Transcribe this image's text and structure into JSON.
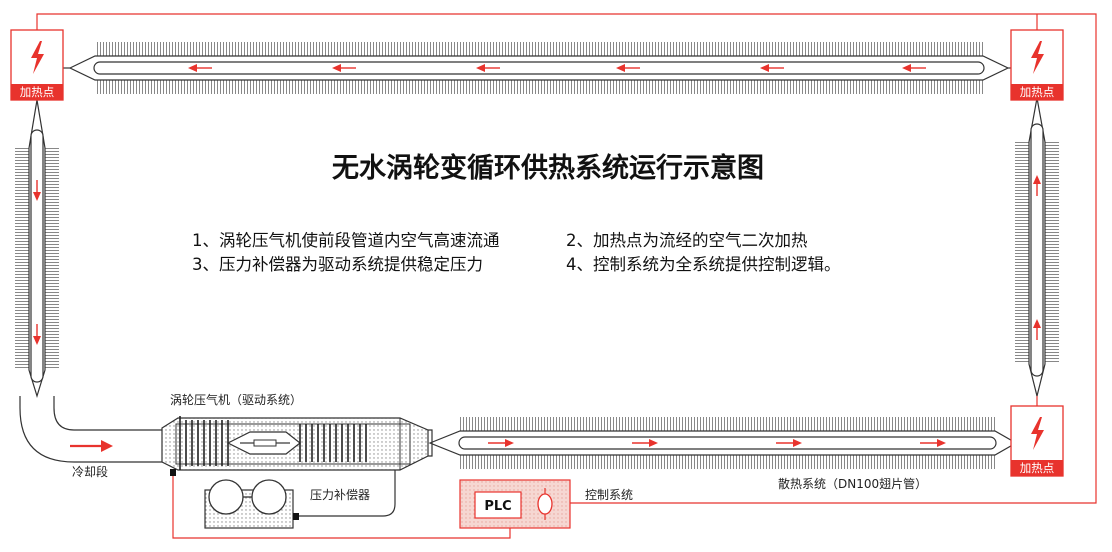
{
  "title": "无水涡轮变循环供热系统运行示意图",
  "notes": [
    "1、涡轮压气机使前段管道内空气高速流通",
    "2、加热点为流经的空气二次加热",
    "3、压力补偿器为驱动系统提供稳定压力",
    "4、控制系统为全系统提供控制逻辑。"
  ],
  "labels": {
    "heating_point": "加热点",
    "compressor": "涡轮压气机（驱动系统）",
    "cooling_section": "冷却段",
    "pressure_compensator": "压力补偿器",
    "plc": "PLC",
    "control_system": "控制系统",
    "heat_dissipation": "散热系统（DN100翅片管）"
  },
  "colors": {
    "accent_red": "#e8332d",
    "pipe_stroke": "#333333",
    "fin_stroke": "#7a7a7a",
    "control_fill": "#f6d7d2"
  },
  "icons": {
    "heating_point": "lightning-bolt-icon",
    "controller": "valve-icon"
  }
}
